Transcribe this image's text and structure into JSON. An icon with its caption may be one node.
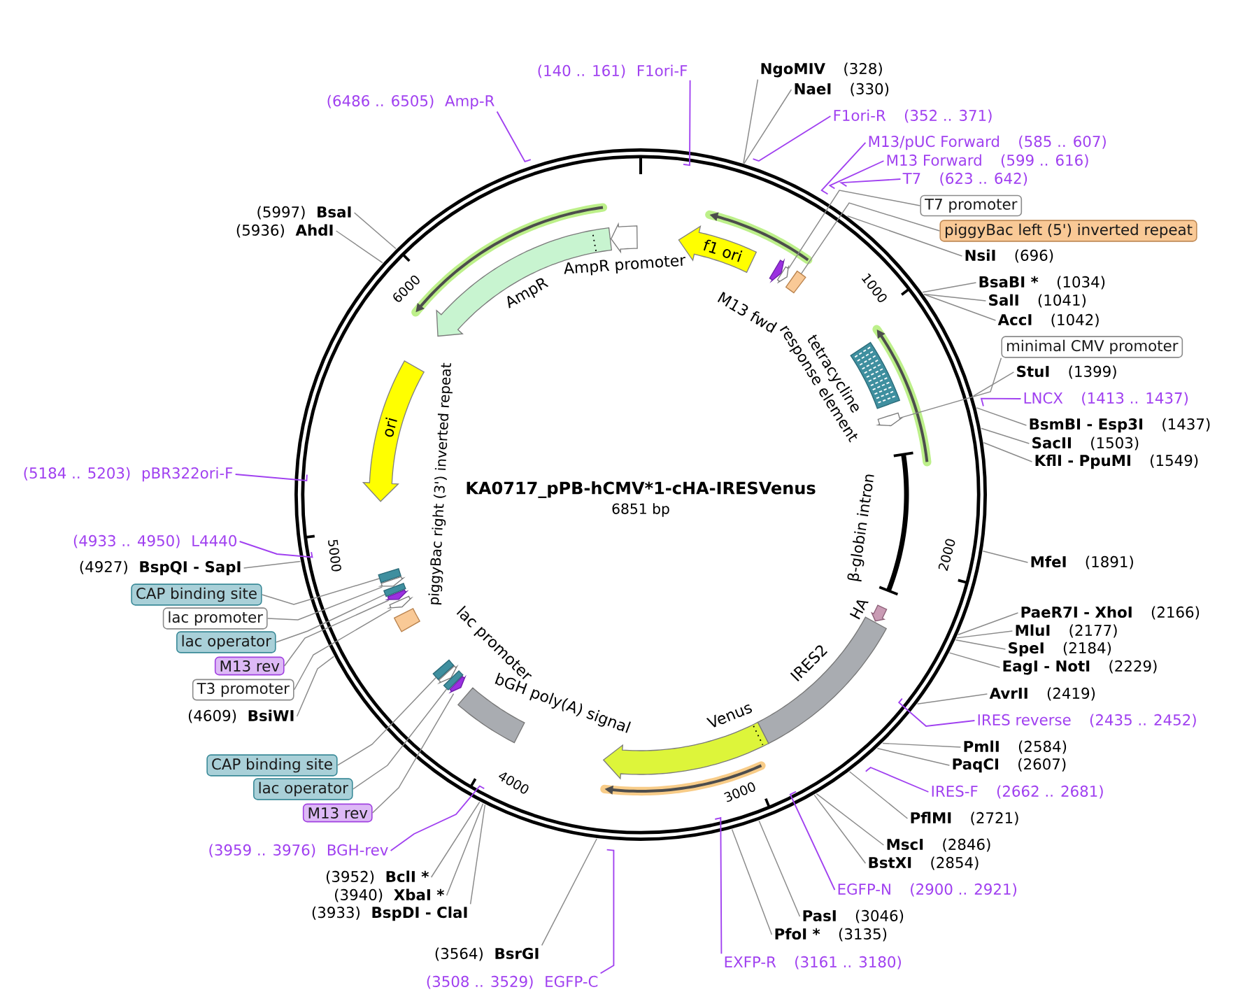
{
  "diagram": {
    "title": "KA0717_pPB-hCMV*1-cHA-IRESVenus",
    "nodes": [
      {
        "text": [
          "(140 .. 161)",
          "F1ori-F"
        ]
      },
      {
        "text": [
          "NgoMIV",
          "(328)"
        ]
      },
      {
        "text": [
          "NaeI",
          "(330)"
        ]
      },
      {
        "text": [
          "F1ori-R",
          "(352 .. 371)"
        ]
      },
      {
        "text": [
          "M13/pUC Forward",
          "(585 .. 607)"
        ]
      },
      {
        "text": [
          "M13 Forward",
          "(599 .. 616)"
        ]
      },
      {
        "text": [
          "T7",
          "(623 .. 642)"
        ]
      },
      {
        "text": [
          "T7 promoter"
        ]
      },
      {
        "text": [
          "piggyBac left (5') inverted repeat"
        ]
      },
      {
        "text": [
          "NsiI",
          "(696)"
        ]
      },
      {
        "text": [
          "BsaBI *",
          "(1034)"
        ]
      },
      {
        "text": [
          "SalI",
          "(1041)"
        ]
      },
      {
        "text": [
          "AccI",
          "(1042)"
        ]
      },
      {
        "text": [
          "minimal CMV promoter"
        ]
      },
      {
        "text": [
          "StuI",
          "(1399)"
        ]
      },
      {
        "text": [
          "LNCX",
          "(1413 .. 1437)"
        ]
      },
      {
        "text": [
          "BsmBI - Esp3I",
          "(1437)"
        ]
      },
      {
        "text": [
          "SacII",
          "(1503)"
        ]
      },
      {
        "text": [
          "KflI - PpuMI",
          "(1549)"
        ]
      },
      {
        "text": [
          "MfeI",
          "(1891)"
        ]
      },
      {
        "text": [
          "PaeR7I - XhoI",
          "(2166)"
        ]
      },
      {
        "text": [
          "MluI",
          "(2177)"
        ]
      },
      {
        "text": [
          "SpeI",
          "(2184)"
        ]
      },
      {
        "text": [
          "EagI - NotI",
          "(2229)"
        ]
      },
      {
        "text": [
          "AvrII",
          "(2419)"
        ]
      },
      {
        "text": [
          "IRES reverse",
          "(2435 .. 2452)"
        ]
      },
      {
        "text": [
          "PmlI",
          "(2584)"
        ]
      },
      {
        "text": [
          "PaqCI",
          "(2607)"
        ]
      },
      {
        "text": [
          "IRES-F",
          "(2662 .. 2681)"
        ]
      },
      {
        "text": [
          "PflMI",
          "(2721)"
        ]
      },
      {
        "text": [
          "MscI",
          "(2846)"
        ]
      },
      {
        "text": [
          "BstXI",
          "(2854)"
        ]
      },
      {
        "text": [
          "EGFP-N",
          "(2900 .. 2921)"
        ]
      },
      {
        "text": [
          "PasI",
          "(3046)"
        ]
      },
      {
        "text": [
          "PfoI *",
          "(3135)"
        ]
      },
      {
        "text": [
          "EXFP-R",
          "(3161 .. 3180)"
        ]
      },
      {
        "text": [
          "(3564)",
          "BsrGI"
        ]
      },
      {
        "text": [
          "(3508 .. 3529)",
          "EGFP-C"
        ]
      },
      {
        "text": [
          "(3959 .. 3976)",
          "BGH-rev"
        ]
      },
      {
        "text": [
          "(3952)",
          "BclI *"
        ]
      },
      {
        "text": [
          "(3940)",
          "XbaI *"
        ]
      },
      {
        "text": [
          "(3933)",
          "BspDI - ClaI"
        ]
      },
      {
        "text": [
          "CAP binding site"
        ]
      },
      {
        "text": [
          "lac operator"
        ]
      },
      {
        "text": [
          "M13 rev"
        ]
      },
      {
        "text": [
          "(4609)",
          "BsiWI"
        ]
      },
      {
        "text": [
          "T3 promoter"
        ]
      },
      {
        "text": [
          "M13 rev"
        ]
      },
      {
        "text": [
          "lac operator"
        ]
      },
      {
        "text": [
          "lac promoter"
        ]
      },
      {
        "text": [
          "CAP binding site"
        ]
      },
      {
        "text": [
          "(4927)",
          "BspQI - SapI"
        ]
      },
      {
        "text": [
          "(4933 .. 4950)",
          "L4440"
        ]
      },
      {
        "text": [
          "(5184 .. 5203)",
          "pBR322ori-F"
        ]
      },
      {
        "text": [
          "(5936)",
          "AhdI"
        ]
      },
      {
        "text": [
          "(5997)",
          "BsaI"
        ]
      },
      {
        "text": [
          "(6486 .. 6505)",
          "Amp-R"
        ]
      },
      {
        "text": [
          "f1 ori"
        ]
      },
      {
        "text": [
          "M13 fwd"
        ]
      },
      {
        "text": [],
        "shape": "arrow"
      },
      {
        "text": [],
        "shape": "box"
      },
      {
        "text": [
          "tetracycline response element"
        ]
      },
      {
        "text": [],
        "shape": "arrow"
      },
      {
        "text": [
          "β-globin intron"
        ]
      },
      {
        "text": [
          "HA"
        ]
      },
      {
        "text": [
          "IRES2"
        ]
      },
      {
        "text": [
          "Venus"
        ]
      },
      {
        "text": [
          "bGH poly(A) signal"
        ]
      },
      {
        "text": [],
        "shape": "box"
      },
      {
        "text": [
          "lac promoter"
        ]
      },
      {
        "text": [],
        "shape": "box"
      },
      {
        "text": [],
        "shape": "arrow"
      },
      {
        "text": [],
        "shape": "box"
      },
      {
        "text": [],
        "shape": "arrow"
      },
      {
        "text": [],
        "shape": "box"
      },
      {
        "text": [],
        "shape": "arrow"
      },
      {
        "text": [],
        "shape": "arrow"
      },
      {
        "text": [
          "piggyBac right (3') inverted repeat"
        ]
      },
      {
        "text": [
          "ori"
        ]
      },
      {
        "text": [
          "AmpR"
        ]
      },
      {
        "text": [
          "AmpR promoter"
        ]
      }
    ],
    "edges": [
      {
        "from": 0,
        "to": null,
        "arrow": "none",
        "color": "#a040f0"
      },
      {
        "from": 1,
        "to": null,
        "arrow": "none"
      },
      {
        "from": 2,
        "to": null,
        "arrow": "none"
      },
      {
        "from": 3,
        "to": null,
        "arrow": "none",
        "color": "#a040f0"
      },
      {
        "from": 4,
        "to": null,
        "arrow": "none",
        "color": "#a040f0"
      },
      {
        "from": 5,
        "to": null,
        "arrow": "none",
        "color": "#a040f0"
      },
      {
        "from": 6,
        "to": null,
        "arrow": "none",
        "color": "#a040f0"
      },
      {
        "from": 7,
        "to": 59,
        "arrow": "none"
      },
      {
        "from": 8,
        "to": 60,
        "arrow": "none"
      },
      {
        "from": 9,
        "to": null,
        "arrow": "none"
      },
      {
        "from": 10,
        "to": null,
        "arrow": "none"
      },
      {
        "from": 11,
        "to": null,
        "arrow": "none"
      },
      {
        "from": 12,
        "to": null,
        "arrow": "none"
      },
      {
        "from": 13,
        "to": 62,
        "arrow": "none"
      },
      {
        "from": 14,
        "to": null,
        "arrow": "none"
      },
      {
        "from": 15,
        "to": null,
        "arrow": "none",
        "color": "#a040f0"
      },
      {
        "from": 16,
        "to": null,
        "arrow": "none"
      },
      {
        "from": 17,
        "to": null,
        "arrow": "none"
      },
      {
        "from": 18,
        "to": null,
        "arrow": "none"
      },
      {
        "from": 19,
        "to": null,
        "arrow": "none"
      },
      {
        "from": 20,
        "to": null,
        "arrow": "none"
      },
      {
        "from": 21,
        "to": null,
        "arrow": "none"
      },
      {
        "from": 22,
        "to": null,
        "arrow": "none"
      },
      {
        "from": 23,
        "to": null,
        "arrow": "none"
      },
      {
        "from": 24,
        "to": null,
        "arrow": "none"
      },
      {
        "from": 25,
        "to": null,
        "arrow": "none",
        "color": "#a040f0"
      },
      {
        "from": 26,
        "to": null,
        "arrow": "none"
      },
      {
        "from": 27,
        "to": null,
        "arrow": "none"
      },
      {
        "from": 28,
        "to": null,
        "arrow": "none",
        "color": "#a040f0"
      },
      {
        "from": 29,
        "to": null,
        "arrow": "none"
      },
      {
        "from": 30,
        "to": null,
        "arrow": "none"
      },
      {
        "from": 31,
        "to": null,
        "arrow": "none"
      },
      {
        "from": 32,
        "to": null,
        "arrow": "none",
        "color": "#a040f0"
      },
      {
        "from": 33,
        "to": null,
        "arrow": "none"
      },
      {
        "from": 34,
        "to": null,
        "arrow": "none"
      },
      {
        "from": 35,
        "to": null,
        "arrow": "none",
        "color": "#a040f0"
      },
      {
        "from": 36,
        "to": null,
        "arrow": "none"
      },
      {
        "from": 37,
        "to": null,
        "arrow": "none",
        "color": "#a040f0"
      },
      {
        "from": 38,
        "to": null,
        "arrow": "none",
        "color": "#a040f0"
      },
      {
        "from": 39,
        "to": null,
        "arrow": "none"
      },
      {
        "from": 40,
        "to": null,
        "arrow": "none"
      },
      {
        "from": 41,
        "to": null,
        "arrow": "none"
      },
      {
        "from": 42,
        "to": 68,
        "arrow": "none"
      },
      {
        "from": 43,
        "to": 70,
        "arrow": "none"
      },
      {
        "from": 44,
        "to": 71,
        "arrow": "none"
      },
      {
        "from": 45,
        "to": null,
        "arrow": "none"
      },
      {
        "from": 46,
        "to": 76,
        "arrow": "none"
      },
      {
        "from": 47,
        "to": 75,
        "arrow": "none"
      },
      {
        "from": 48,
        "to": 74,
        "arrow": "none"
      },
      {
        "from": 49,
        "to": 73,
        "arrow": "none"
      },
      {
        "from": 50,
        "to": 72,
        "arrow": "none"
      },
      {
        "from": 51,
        "to": null,
        "arrow": "none"
      },
      {
        "from": 52,
        "to": null,
        "arrow": "none",
        "color": "#a040f0"
      },
      {
        "from": 53,
        "to": null,
        "arrow": "none",
        "color": "#a040f0"
      },
      {
        "from": 54,
        "to": null,
        "arrow": "none"
      },
      {
        "from": 55,
        "to": null,
        "arrow": "none"
      },
      {
        "from": 56,
        "to": null,
        "arrow": "none",
        "color": "#a040f0"
      }
    ],
    "labels": [
      "6851 bp",
      "1000",
      "2000",
      "3000",
      "4000",
      "5000",
      "6000"
    ]
  }
}
